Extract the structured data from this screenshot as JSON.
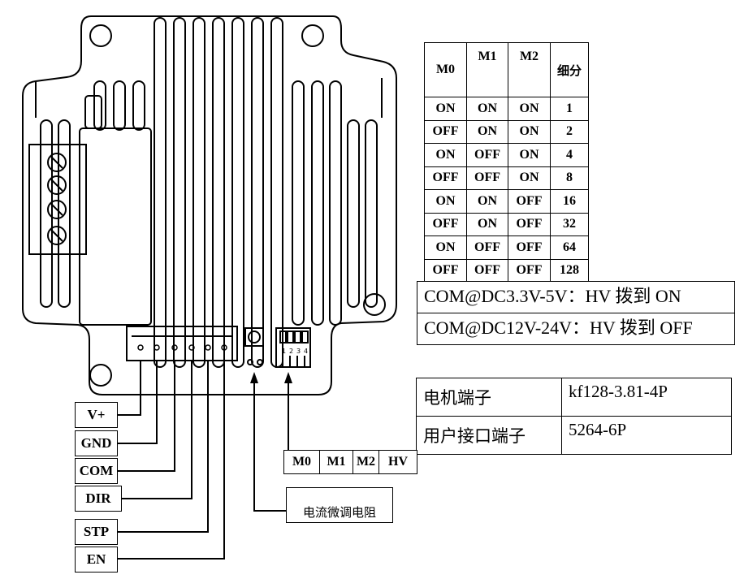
{
  "microstep_table": {
    "headers": [
      "M0",
      "M1",
      "M2",
      "细分"
    ],
    "rows": [
      [
        "ON",
        "ON",
        "ON",
        "1"
      ],
      [
        "OFF",
        "ON",
        "ON",
        "2"
      ],
      [
        "ON",
        "OFF",
        "ON",
        "4"
      ],
      [
        "OFF",
        "OFF",
        "ON",
        "8"
      ],
      [
        "ON",
        "ON",
        "OFF",
        "16"
      ],
      [
        "OFF",
        "ON",
        "OFF",
        "32"
      ],
      [
        "ON",
        "OFF",
        "OFF",
        "64"
      ],
      [
        "OFF",
        "OFF",
        "OFF",
        "128"
      ]
    ]
  },
  "hv_notes": [
    "COM@DC3.3V-5V：HV 拨到 ON",
    "COM@DC12V-24V：HV 拨到 OFF"
  ],
  "terminal_table": [
    {
      "label": "电机端子",
      "value": "kf128-3.81-4P"
    },
    {
      "label": "用户接口端子",
      "value": "5264-6P"
    }
  ],
  "pin_labels": [
    "V+",
    "GND",
    "COM",
    "DIR",
    "STP",
    "EN"
  ],
  "switch_labels": [
    "M0",
    "M1",
    "M2",
    "HV"
  ],
  "dip_numbers": [
    "1",
    "2",
    "3",
    "4"
  ],
  "pot_label": "电流微调电阻"
}
